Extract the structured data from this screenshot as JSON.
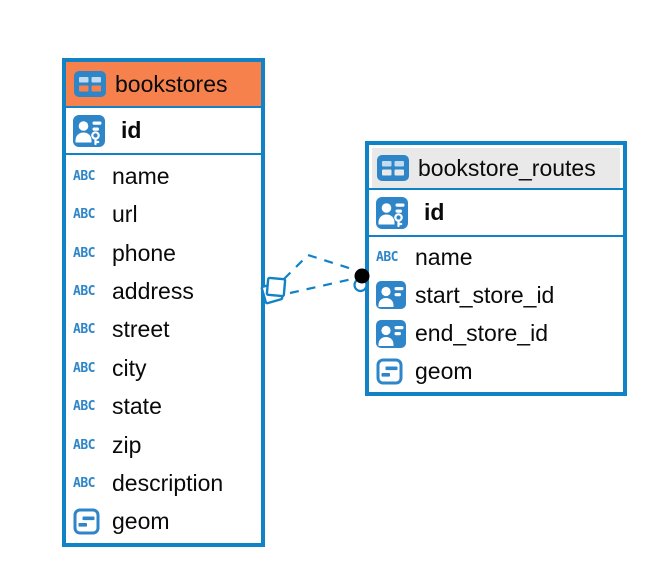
{
  "diagram": {
    "background": "#ffffff",
    "accent_blue": "#1182C5",
    "icon_blue": "#2E86C8",
    "text_color": "#0a0a0a"
  },
  "icons": {
    "text_type_glyph": "ABC"
  },
  "tables": [
    {
      "name": "bookstores",
      "header_bg": "#F6814D",
      "pk": {
        "name": "id",
        "type_icon": "primary-key-icon"
      },
      "columns": [
        {
          "name": "name",
          "type_icon": "text-type-icon"
        },
        {
          "name": "url",
          "type_icon": "text-type-icon"
        },
        {
          "name": "phone",
          "type_icon": "text-type-icon"
        },
        {
          "name": "address",
          "type_icon": "text-type-icon"
        },
        {
          "name": "street",
          "type_icon": "text-type-icon"
        },
        {
          "name": "city",
          "type_icon": "text-type-icon"
        },
        {
          "name": "state",
          "type_icon": "text-type-icon"
        },
        {
          "name": "zip",
          "type_icon": "text-type-icon"
        },
        {
          "name": "description",
          "type_icon": "text-type-icon"
        },
        {
          "name": "geom",
          "type_icon": "geometry-type-icon"
        }
      ]
    },
    {
      "name": "bookstore_routes",
      "header_bg": "#E9E9E9",
      "pk": {
        "name": "id",
        "type_icon": "primary-key-icon"
      },
      "columns": [
        {
          "name": "name",
          "type_icon": "text-type-icon"
        },
        {
          "name": "start_store_id",
          "type_icon": "foreign-key-icon"
        },
        {
          "name": "end_store_id",
          "type_icon": "foreign-key-icon"
        },
        {
          "name": "geom",
          "type_icon": "geometry-type-icon"
        }
      ]
    }
  ],
  "connector": {
    "line_color": "#1182C5",
    "line_style": "dashed",
    "line_count": 2
  }
}
